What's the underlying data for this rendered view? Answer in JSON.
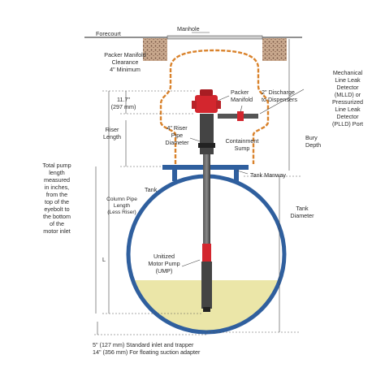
{
  "labels": {
    "forecourt": "Forecourt",
    "manhole": "Manhole",
    "packer_clearance": [
      "Packer Manifold",
      "Clearance",
      "4\" Minimum"
    ],
    "mlld": [
      "Mechanical",
      "Line Leak",
      "Detector",
      "(MLLD) or",
      "Pressurized",
      "Line Leak",
      "Detector",
      "(PLLD) Port"
    ],
    "dim_11_7": [
      "11.7\"",
      "(297 mm)"
    ],
    "packer_manifold": [
      "Packer",
      "Manifold"
    ],
    "discharge": [
      "2\" Discharge",
      "to Dispensers"
    ],
    "riser_length": [
      "Riser",
      "Length"
    ],
    "riser_pipe": [
      "4\" Riser",
      "Pipe",
      "Diameter"
    ],
    "containment_sump": [
      "Containment",
      "Sump"
    ],
    "bury_depth": [
      "Bury",
      "Depth"
    ],
    "total_pump_length": [
      "Total pump",
      "length",
      "measured",
      "in inches,",
      "from the",
      "top of the",
      "eyebolt to",
      "the bottom",
      "of the",
      "motor inlet"
    ],
    "tank": "Tank",
    "tank_manway": "Tank Manway",
    "column_pipe": [
      "Column Pipe",
      "Length",
      "(Less Riser)"
    ],
    "tank_diameter": [
      "Tank",
      "Diameter"
    ],
    "L": "L",
    "ump": [
      "Unitized",
      "Motor Pump",
      "(UMP)"
    ],
    "footnote_1": "5\" (127 mm) Standard inlet and trapper",
    "footnote_2": "14\" (356 mm) For floating suction adapter"
  },
  "colors": {
    "sump_orange": "#d9822b",
    "tank_blue": "#2f5f9e",
    "fuel_yellow": "#ebe6a8",
    "pump_red": "#d3262e",
    "pipe_dark": "#3a3a3a",
    "ground_brown": "#6b4a3a"
  }
}
